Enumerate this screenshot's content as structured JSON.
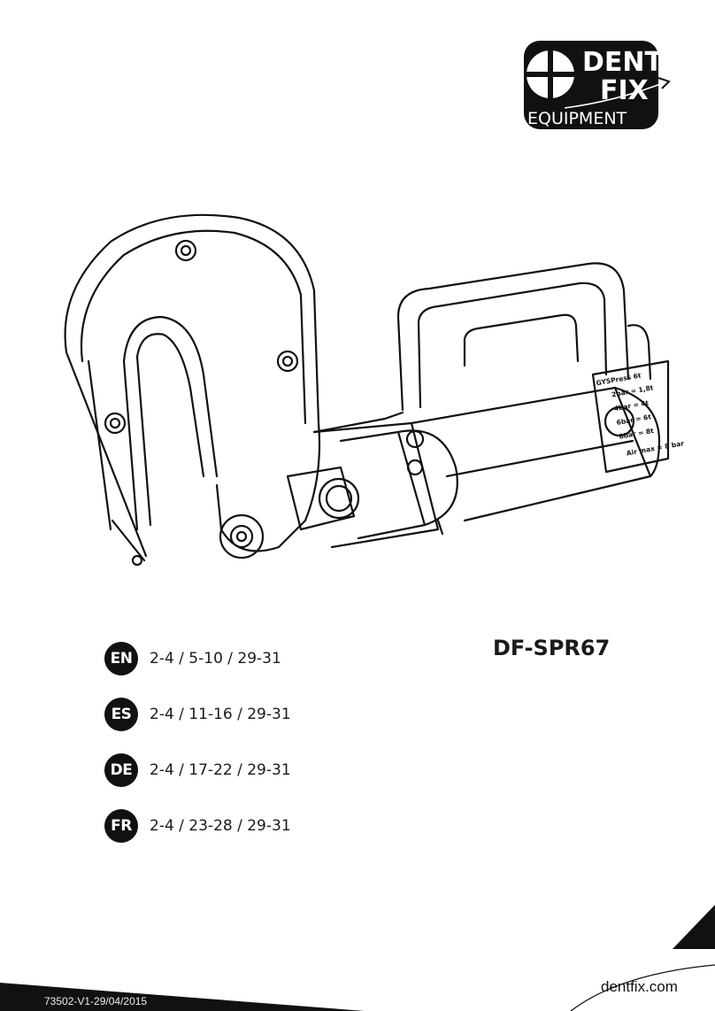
{
  "logo": {
    "line1": "DENT",
    "line2": "FIX",
    "line3": "EQUIPMENT"
  },
  "tool_labels": {
    "brand": "GYSPress 6t",
    "p1": "2bar = 1,8t",
    "p2": "4bar = 4t",
    "p3": "6bar = 6t",
    "p4": "8bar = 8t",
    "airmax": "Air max = 8 bar"
  },
  "model": "DF-SPR67",
  "languages": [
    {
      "code": "EN",
      "pages": "2-4 / 5-10 / 29-31"
    },
    {
      "code": "ES",
      "pages": "2-4 / 11-16 / 29-31"
    },
    {
      "code": "DE",
      "pages": "2-4 / 17-22 / 29-31"
    },
    {
      "code": "FR",
      "pages": "2-4 / 23-28 / 29-31"
    }
  ],
  "footer": {
    "doc_ref": "73502-V1-29/04/2015",
    "website": "dentfix.com"
  }
}
